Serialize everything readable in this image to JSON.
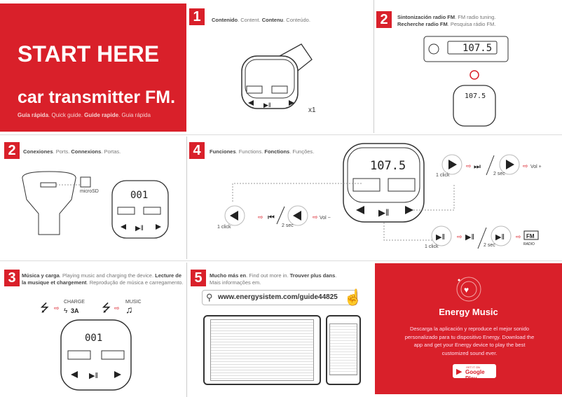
{
  "cover": {
    "title": "START HERE",
    "subtitle": "car transmitter FM.",
    "guide": [
      "Guía rápida",
      "Quick guide",
      "Guide rapide",
      "Guia rápida"
    ]
  },
  "section1": {
    "number": "1",
    "caption": [
      "Contenido",
      "Content",
      "Contenu",
      "Conteúdo"
    ],
    "quantity": "x1"
  },
  "section2_radio": {
    "number": "2",
    "caption": [
      "Sintonización radio FM",
      "FM radio tuning",
      "Recherche radio FM",
      "Pesquisa rádio FM"
    ],
    "frequency": "107.5"
  },
  "section2_ports": {
    "number": "2",
    "caption": [
      "Conexiones",
      "Ports",
      "Connexions",
      "Portas"
    ],
    "microsd_label": "microSD",
    "display": "001"
  },
  "section4": {
    "number": "4",
    "caption": [
      "Funciones",
      "Functions",
      "Fonctions",
      "Funções"
    ],
    "frequency": "107.5",
    "one_click": "1 click",
    "two_sec": "2 sec",
    "vol_up": "Vol +",
    "vol_down": "Vol −",
    "radio_label": "RADIO",
    "fm_label": "FM"
  },
  "section3": {
    "number": "3",
    "caption": [
      "Música y carga",
      "Playing music and charging the device",
      "Lecture de la musique et chargement",
      "Reprodução de música e carregamento"
    ],
    "charge_label": "CHARGE",
    "charge_value": "3A",
    "music_label": "MUSIC",
    "display": "001"
  },
  "section5": {
    "number": "5",
    "caption": [
      "Mucho más en",
      "Find out more in",
      "Trouver plus dans",
      "Mais informações em"
    ],
    "url": "www.energysistem.com/guide44825"
  },
  "app": {
    "title": "Energy Music",
    "description_es": "Descarga la aplicación y reproduce el mejor sonido personalizado para tu dispositivo Energy.",
    "description_en": "Download the app and get your Energy device to play the best customized sound ever.",
    "store_small": "GET IT ON",
    "store_label": "Google Play"
  },
  "colors": {
    "brand_red": "#d9202a"
  }
}
